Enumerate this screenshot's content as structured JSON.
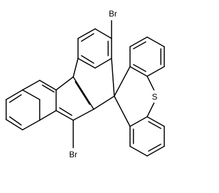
{
  "molecule": {
    "atom_labels": {
      "br_top": "Br",
      "br_bottom": "Br",
      "sulfur": "S"
    },
    "colors": {
      "bond": "#000000",
      "label": "#000000",
      "background": "#ffffff"
    }
  }
}
